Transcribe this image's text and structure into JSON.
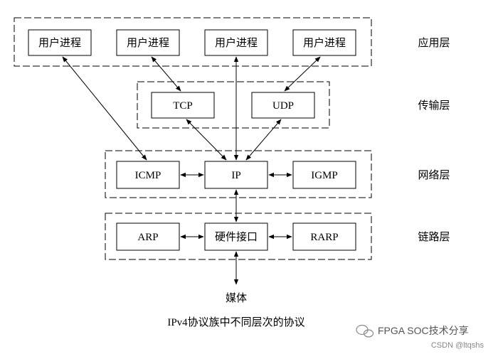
{
  "layers": {
    "application": "应用层",
    "transport": "传输层",
    "network": "网络层",
    "link": "链路层"
  },
  "boxes": {
    "user_process_1": "用户进程",
    "user_process_2": "用户进程",
    "user_process_3": "用户进程",
    "user_process_4": "用户进程",
    "tcp": "TCP",
    "udp": "UDP",
    "icmp": "ICMP",
    "ip": "IP",
    "igmp": "IGMP",
    "arp": "ARP",
    "hw_interface": "硬件接口",
    "rarp": "RARP"
  },
  "media": "媒体",
  "caption": "IPv4协议族中不同层次的协议",
  "watermark": {
    "brand": "FPGA SOC技术分享",
    "source": "CSDN @ltqshs",
    "icon": "wechat-icon"
  }
}
